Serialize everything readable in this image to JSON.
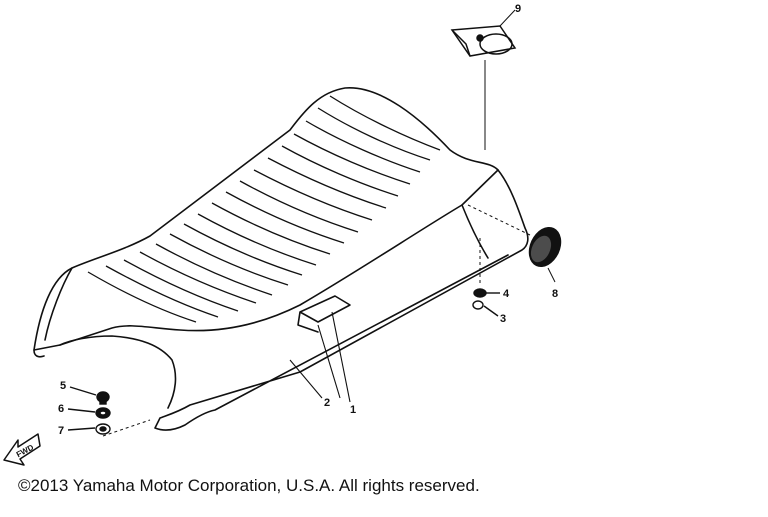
{
  "diagram": {
    "part_labels": {
      "p1": "1",
      "p2": "2",
      "p3": "3",
      "p4": "4",
      "p5": "5",
      "p6": "6",
      "p7": "7",
      "p8": "8",
      "p9": "9"
    },
    "front_arrow_text": "FWD"
  },
  "footer": {
    "copyright": "©2013 Yamaha Motor Corporation, U.S.A. All rights reserved."
  }
}
